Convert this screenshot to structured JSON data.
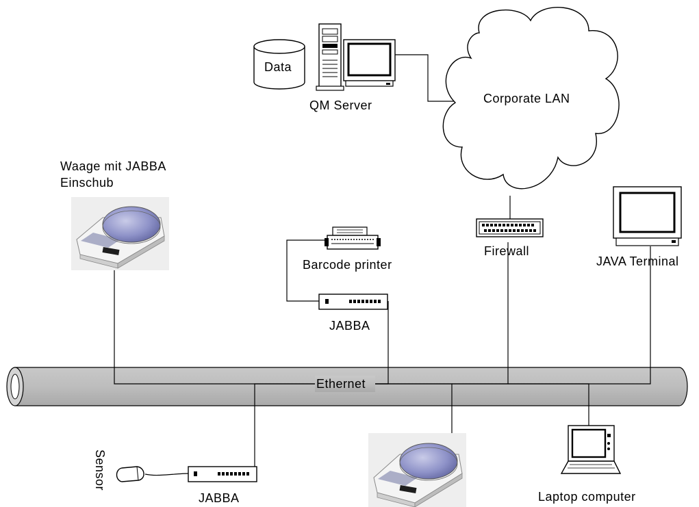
{
  "labels": {
    "data_store": "Data",
    "qm_server": "QM Server",
    "corporate_lan": "Corporate LAN",
    "scale_top_line1": "Waage mit JABBA",
    "scale_top_line2": "Einschub",
    "barcode_printer": "Barcode printer",
    "jabba_top": "JABBA",
    "firewall": "Firewall",
    "java_terminal": "JAVA Terminal",
    "ethernet": "Ethernet",
    "sensor": "Sensor",
    "jabba_bottom": "JABBA",
    "laptop": "Laptop computer"
  }
}
